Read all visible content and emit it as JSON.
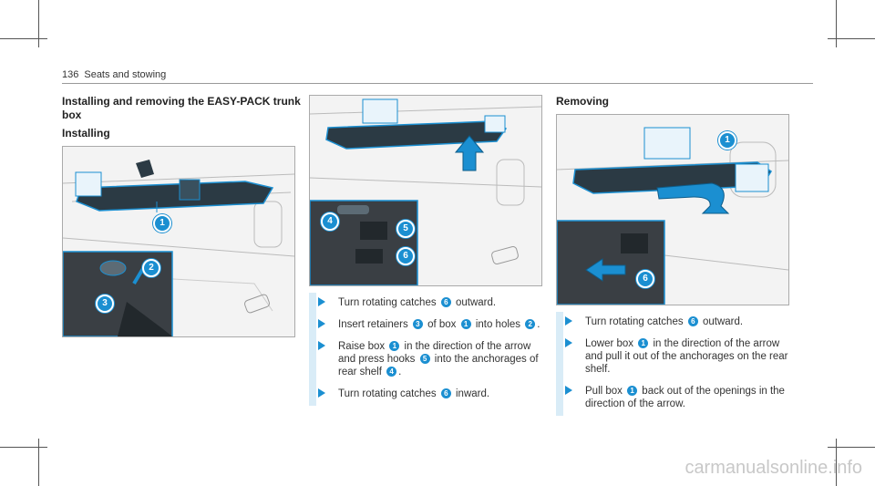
{
  "header": {
    "page_number": "136",
    "section": "Seats and stowing"
  },
  "title": "Installing and removing the EASY-PACK trunk box",
  "installing_heading": "Installing",
  "removing_heading": "Removing",
  "figures": {
    "fig1_callouts": [
      "1",
      "2",
      "3"
    ],
    "fig2_callouts": [
      "4",
      "5",
      "6"
    ],
    "fig3_callouts": [
      "1",
      "6"
    ]
  },
  "install_steps": [
    {
      "parts": [
        "Turn rotating catches ",
        "6",
        " outward."
      ]
    },
    {
      "parts": [
        "Insert retainers ",
        "3",
        " of box ",
        "1",
        " into holes ",
        "2",
        "."
      ]
    },
    {
      "parts": [
        "Raise box ",
        "1",
        " in the direction of the arrow and press hooks ",
        "5",
        " into the anchorages of rear shelf ",
        "4",
        "."
      ]
    },
    {
      "parts": [
        "Turn rotating catches ",
        "6",
        " inward."
      ]
    }
  ],
  "remove_steps": [
    {
      "parts": [
        "Turn rotating catches ",
        "6",
        " outward."
      ]
    },
    {
      "parts": [
        "Lower box ",
        "1",
        " in the direction of the arrow and pull it out of the anchorages on the rear shelf."
      ]
    },
    {
      "parts": [
        "Pull box ",
        "1",
        " back out of the openings in the direction of the arrow."
      ]
    }
  ],
  "watermark": "carmanualsonline.info",
  "colors": {
    "accent": "#1b8fd1",
    "step_bar": "#d9ecf7"
  }
}
